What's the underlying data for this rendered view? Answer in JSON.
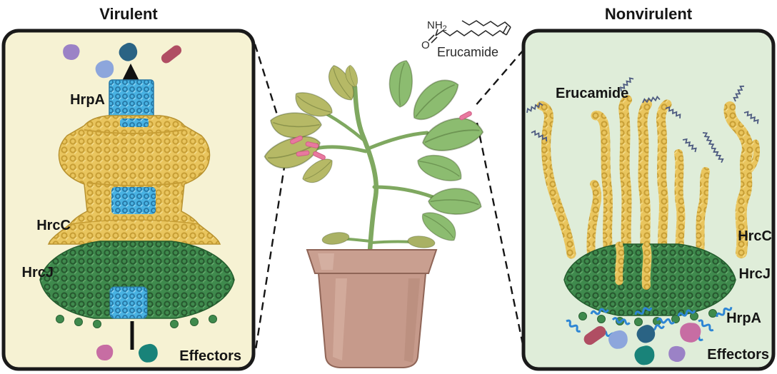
{
  "left_panel": {
    "title": "Virulent",
    "label_hrpa": "HrpA",
    "label_hrcc": "HrcC",
    "label_hrcj": "HrcJ",
    "label_effectors": "Effectors"
  },
  "molecule": {
    "nh": "NH",
    "nh_sub": "2",
    "o": "O",
    "name": "Erucamide"
  },
  "right_panel": {
    "title": "Nonvirulent",
    "label_erucamide": "Erucamide",
    "label_hrcc": "HrcC",
    "label_hrcj": "HrcJ",
    "label_hrpa": "HrpA",
    "label_effectors": "Effectors"
  },
  "colors": {
    "left_bg": "#f6f2d3",
    "right_bg": "#dfedd9",
    "panel_border": "#1a1a1a",
    "hrcc_yellow": "#e9c55e",
    "hrcj_green": "#3f8a4d",
    "hrpa_blue": "#49b2e2",
    "erucamide_navy": "#4d5a80",
    "effector_purple": "#9b82c6",
    "effector_lightblue": "#8da6dc",
    "effector_darkblue": "#2a6384",
    "effector_maroon": "#b04e63",
    "effector_pink": "#c76da3",
    "effector_teal": "#198379",
    "hrpa_fragment_blue": "#2e86d4",
    "leaf_healthy": "#8cbc70",
    "leaf_diseased": "#b6b966",
    "stem_green": "#7fa860",
    "bacteria_pink": "#e8799f",
    "pot_terracotta": "#c69a8b"
  }
}
